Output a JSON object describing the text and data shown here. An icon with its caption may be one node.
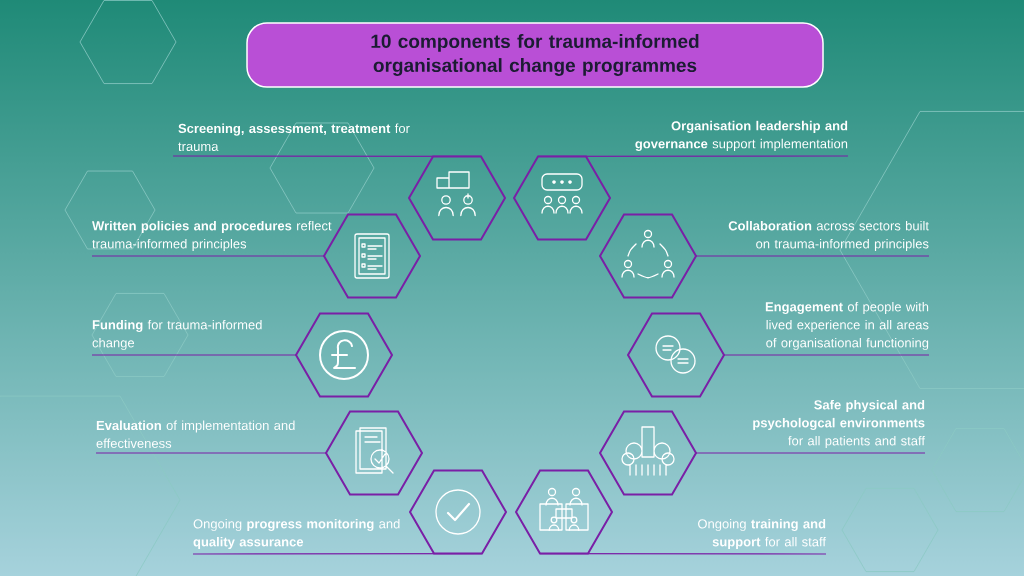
{
  "diagram": {
    "title": "10 components for trauma-informed organisational change programmes",
    "nodes": [
      {
        "text": [
          "**Screening, assessment, treatment** for trauma"
        ]
      },
      {
        "text": [
          "**Organisation leadership and governance** support implementation"
        ]
      },
      {
        "text": [
          "**Written policies and procedures** reflect trauma-informed principles"
        ]
      },
      {
        "text": [
          "**Collaboration** across sectors built on trauma-informed principles"
        ]
      },
      {
        "text": [
          "**Funding** for trauma-informed change"
        ]
      },
      {
        "text": [
          "**Engagement** of people with lived experience in all areas of organisational functioning"
        ]
      },
      {
        "text": [
          "**Evaluation** of implementation and effectiveness"
        ]
      },
      {
        "text": [
          "**Safe physical and psychologcal environments** for all patients and staff"
        ]
      },
      {
        "text": [
          "Ongoing **progress monitoring** and **quality assurance**"
        ]
      },
      {
        "text": [
          "Ongoing **training and support** for all staff"
        ]
      },
      {
        "text": [],
        "shape": "hexagon"
      },
      {
        "text": [],
        "shape": "hexagon"
      },
      {
        "text": [],
        "shape": "hexagon"
      },
      {
        "text": [],
        "shape": "hexagon"
      },
      {
        "text": [],
        "shape": "hexagon"
      },
      {
        "text": [],
        "shape": "hexagon"
      },
      {
        "text": [],
        "shape": "hexagon"
      },
      {
        "text": [],
        "shape": "hexagon"
      },
      {
        "text": [],
        "shape": "hexagon"
      },
      {
        "text": [],
        "shape": "hexagon"
      }
    ],
    "edges": [
      {
        "from": 0,
        "to": 10,
        "arrow": "none"
      },
      {
        "from": 1,
        "to": 11,
        "arrow": "none"
      },
      {
        "from": 2,
        "to": 12,
        "arrow": "none"
      },
      {
        "from": 3,
        "to": 13,
        "arrow": "none"
      },
      {
        "from": 4,
        "to": 14,
        "arrow": "none"
      },
      {
        "from": 5,
        "to": 15,
        "arrow": "none"
      },
      {
        "from": 6,
        "to": 16,
        "arrow": "none"
      },
      {
        "from": 7,
        "to": 17,
        "arrow": "none"
      },
      {
        "from": 8,
        "to": 18,
        "arrow": "none"
      },
      {
        "from": 9,
        "to": 19,
        "arrow": "none"
      }
    ]
  }
}
